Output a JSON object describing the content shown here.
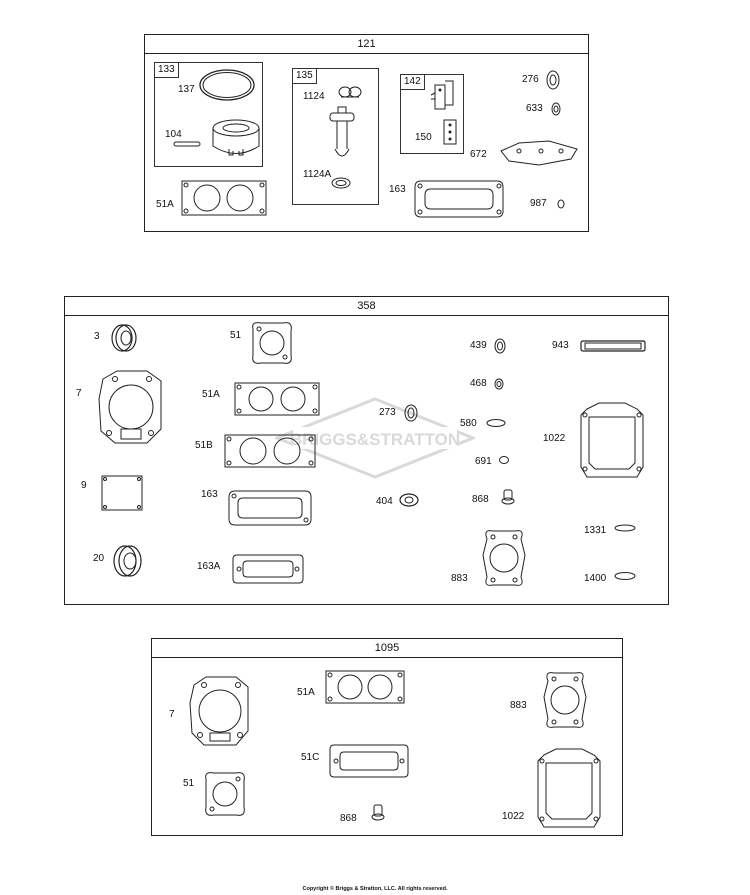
{
  "panels": {
    "p121": {
      "title": "121",
      "subboxes": {
        "b133": "133",
        "b135": "135",
        "b142": "142"
      },
      "labels": {
        "l137": "137",
        "l104": "104",
        "l51A": "51A",
        "l1124": "1124",
        "l1124A": "1124A",
        "l150": "150",
        "l163": "163",
        "l276": "276",
        "l633": "633",
        "l672": "672",
        "l987": "987"
      }
    },
    "p358": {
      "title": "358",
      "labels": {
        "l3": "3",
        "l7": "7",
        "l9": "9",
        "l20": "20",
        "l51": "51",
        "l51A": "51A",
        "l51B": "51B",
        "l163": "163",
        "l163A": "163A",
        "l273": "273",
        "l404": "404",
        "l439": "439",
        "l468": "468",
        "l580": "580",
        "l691": "691",
        "l868": "868",
        "l883": "883",
        "l943": "943",
        "l1022": "1022",
        "l1331": "1331",
        "l1400": "1400"
      }
    },
    "p1095": {
      "title": "1095",
      "labels": {
        "l7": "7",
        "l51": "51",
        "l51A": "51A",
        "l51C": "51C",
        "l868": "868",
        "l883": "883",
        "l1022": "1022"
      }
    }
  },
  "watermark": {
    "text": "BRIGGS&STRATTON"
  },
  "footer": {
    "copyright": "Copyright © Briggs & Stratton, LLC. All rights reserved."
  },
  "colors": {
    "line": "#222222",
    "watermark": "#d9d9d9",
    "background": "#ffffff"
  }
}
